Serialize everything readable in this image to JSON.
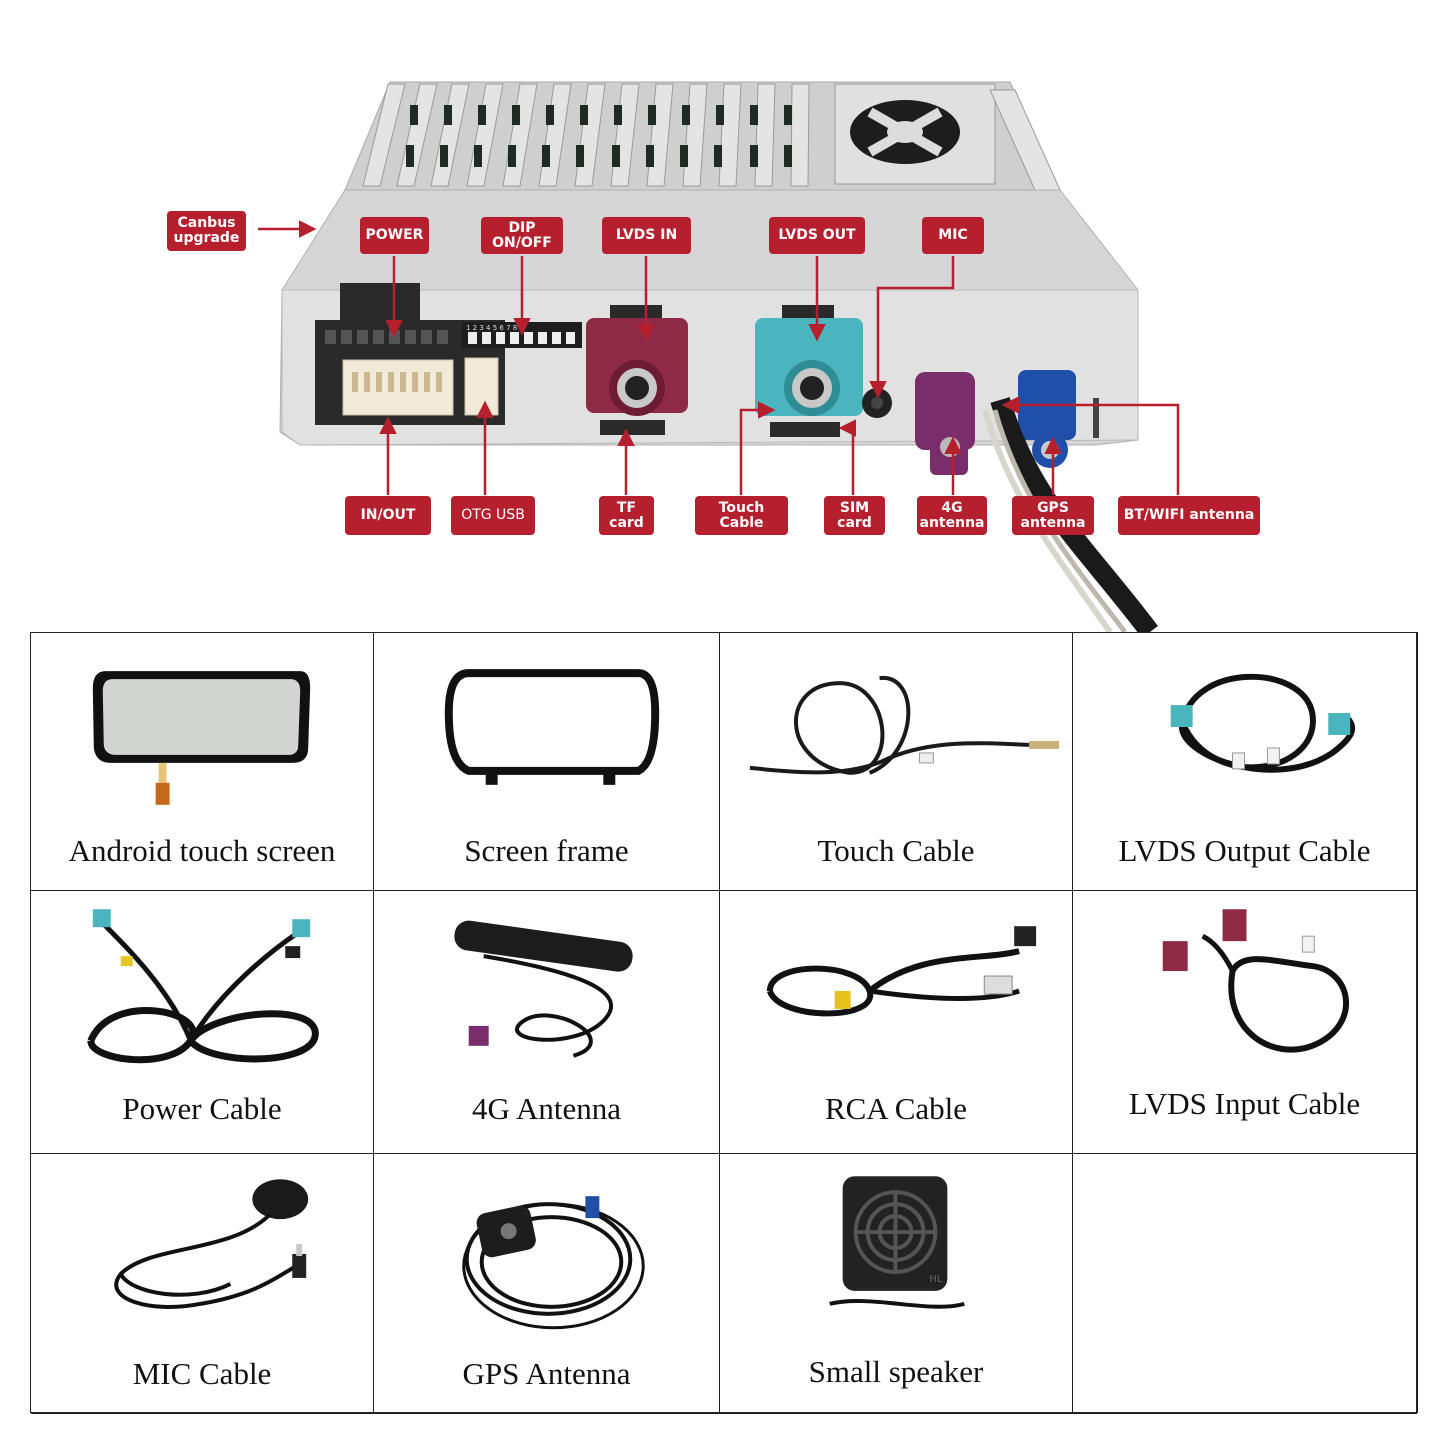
{
  "labels": {
    "canbus": "Canbus\nupgrade",
    "power": "POWER",
    "dip": "DIP\nON/OFF",
    "lvds_in": "LVDS IN",
    "lvds_out": "LVDS OUT",
    "mic": "MIC",
    "in_out": "IN/OUT",
    "otg_usb": "OTG USB",
    "tf_card": "TF\ncard",
    "touch_cable": "Touch\nCable",
    "sim_card": "SIM\ncard",
    "antenna_4g": "4G\nantenna",
    "gps_antenna": "GPS\nantenna",
    "bt_wifi": "BT/WIFI antenna"
  },
  "dip_numbers": "1 2 3 4 5 6 7 8",
  "speaker_mark": "HL",
  "colors": {
    "label_red": "#b51f2e",
    "housing": "#d9d9d9",
    "lvds_in_connector": "#8e2a45",
    "lvds_out_connector": "#4bb5bd",
    "antenna_4g_connector": "#7a2d6b",
    "gps_connector": "#1f4fa8",
    "cable": "#1a1a1a"
  },
  "items": [
    {
      "icon": "touch-screen-icon",
      "caption": "Android touch screen"
    },
    {
      "icon": "screen-frame-icon",
      "caption": "Screen frame"
    },
    {
      "icon": "touch-cable-icon",
      "caption": "Touch Cable"
    },
    {
      "icon": "lvds-output-cable-icon",
      "caption": "LVDS Output Cable"
    },
    {
      "icon": "power-cable-icon",
      "caption": "Power Cable"
    },
    {
      "icon": "4g-antenna-icon",
      "caption": "4G Antenna"
    },
    {
      "icon": "rca-cable-icon",
      "caption": "RCA Cable"
    },
    {
      "icon": "lvds-input-cable-icon",
      "caption": "LVDS Input Cable"
    },
    {
      "icon": "mic-cable-icon",
      "caption": "MIC Cable"
    },
    {
      "icon": "gps-antenna-icon",
      "caption": "GPS Antenna"
    },
    {
      "icon": "small-speaker-icon",
      "caption": "Small speaker"
    }
  ]
}
